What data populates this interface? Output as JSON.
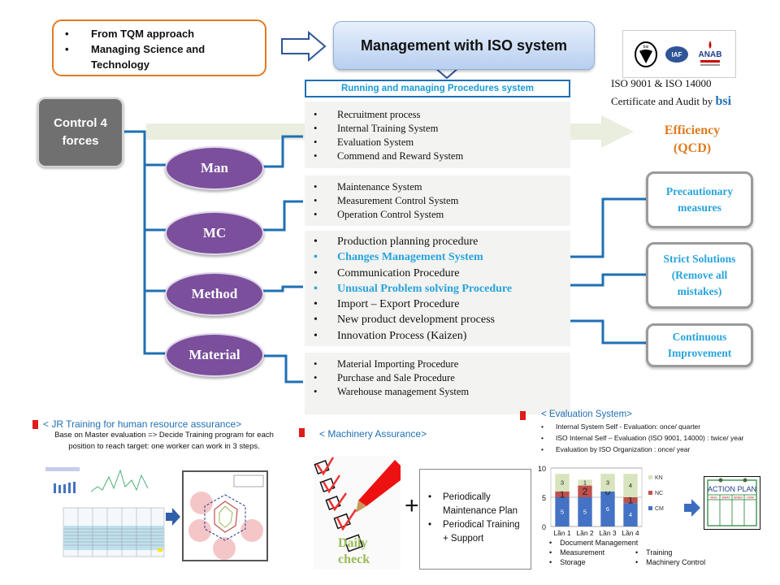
{
  "origin": {
    "items": [
      "From TQM approach",
      "Managing Science and Technology"
    ]
  },
  "header": {
    "title": "Management with ISO system",
    "procedures_title": "Running and managing Procedures system"
  },
  "certification": {
    "logos": [
      "bsi",
      "IAF",
      "ANAB"
    ],
    "line1": "ISO 9001  & ISO 14000",
    "line2_prefix": "Certificate and Audit by ",
    "line2_brand": "bsi"
  },
  "control": {
    "title": "Control 4 forces",
    "forces": [
      "Man",
      "MC",
      "Method",
      "Material"
    ]
  },
  "procedures": {
    "man": [
      "Recruitment process",
      "Internal Training System",
      "Evaluation  System",
      "Commend and Reward System"
    ],
    "mc": [
      "Maintenance System",
      "Measurement Control  System",
      "Operation Control System"
    ],
    "method": [
      {
        "text": "Production  planning  procedure",
        "highlight": false
      },
      {
        "text": "Changes Management System",
        "highlight": true
      },
      {
        "text": "Communication  Procedure",
        "highlight": false
      },
      {
        "text": "Unusual  Problem  solving Procedure",
        "highlight": true
      },
      {
        "text": "Import  – Export  Procedure",
        "highlight": false
      },
      {
        "text": "New product  development  process",
        "highlight": false
      },
      {
        "text": "Innovation  Process (Kaizen)",
        "highlight": false
      }
    ],
    "material": [
      "Material  Importing Procedure",
      "Purchase and Sale Procedure",
      "Warehouse management System"
    ]
  },
  "result": {
    "efficiency": "Efficiency",
    "qcd": "(QCD)"
  },
  "outcomes": [
    "Precautionary measures",
    "Strict Solutions (Remove all mistakes)",
    "Continuous Improvement"
  ],
  "jr_training": {
    "title": "< JR  Training for human resource assurance>",
    "description": "Base on Master evaluation => Decide Training program for each position to reach target: one worker can work in 3 steps."
  },
  "machinery": {
    "title": "< Machinery Assurance>",
    "image_caption": "Daily check",
    "plus": "+",
    "items": [
      "Periodically Maintenance Plan",
      "Periodical Training + Support"
    ]
  },
  "evaluation": {
    "title": "< Evaluation System>",
    "items": [
      "Internal System Self - Evaluation: once/ quarter",
      "ISO Internal Self – Evaluation (ISO 9001, 14000) : twice/ year",
      "Evaluation by ISO Organization : once/ year"
    ],
    "bullets_left": [
      "Document Management",
      "Measurement",
      "Storage"
    ],
    "bullets_right": [
      "Training",
      "Machinery Control"
    ],
    "action_plan_label": "ACTION PLAN",
    "action_plan_columns": [
      "WHO",
      "WHAT",
      "WHEN",
      "HOW"
    ]
  },
  "colors": {
    "accent_blue": "#1f6fb4",
    "highlight_cyan": "#27a4dc",
    "orange": "#e07b22",
    "purple": "#7b4f9c",
    "cm": "#4472c4",
    "nc": "#c0504d",
    "kn": "#d7e4bd"
  },
  "chart_data": {
    "type": "bar",
    "stacked": true,
    "categories": [
      "Lần 1",
      "Lần 2",
      "Lần 3",
      "Lần 4"
    ],
    "series": [
      {
        "name": "CM",
        "values": [
          5,
          5,
          6,
          4
        ]
      },
      {
        "name": "NC",
        "values": [
          1,
          2,
          0,
          1
        ]
      },
      {
        "name": "KN",
        "values": [
          3,
          1,
          3,
          4
        ]
      }
    ],
    "ylim": [
      0,
      10
    ],
    "yticks": [
      0,
      5,
      10
    ],
    "legend": [
      "KN",
      "NC",
      "CM"
    ],
    "legend_position": "right",
    "title": "",
    "xlabel": "",
    "ylabel": "",
    "grid": true
  }
}
